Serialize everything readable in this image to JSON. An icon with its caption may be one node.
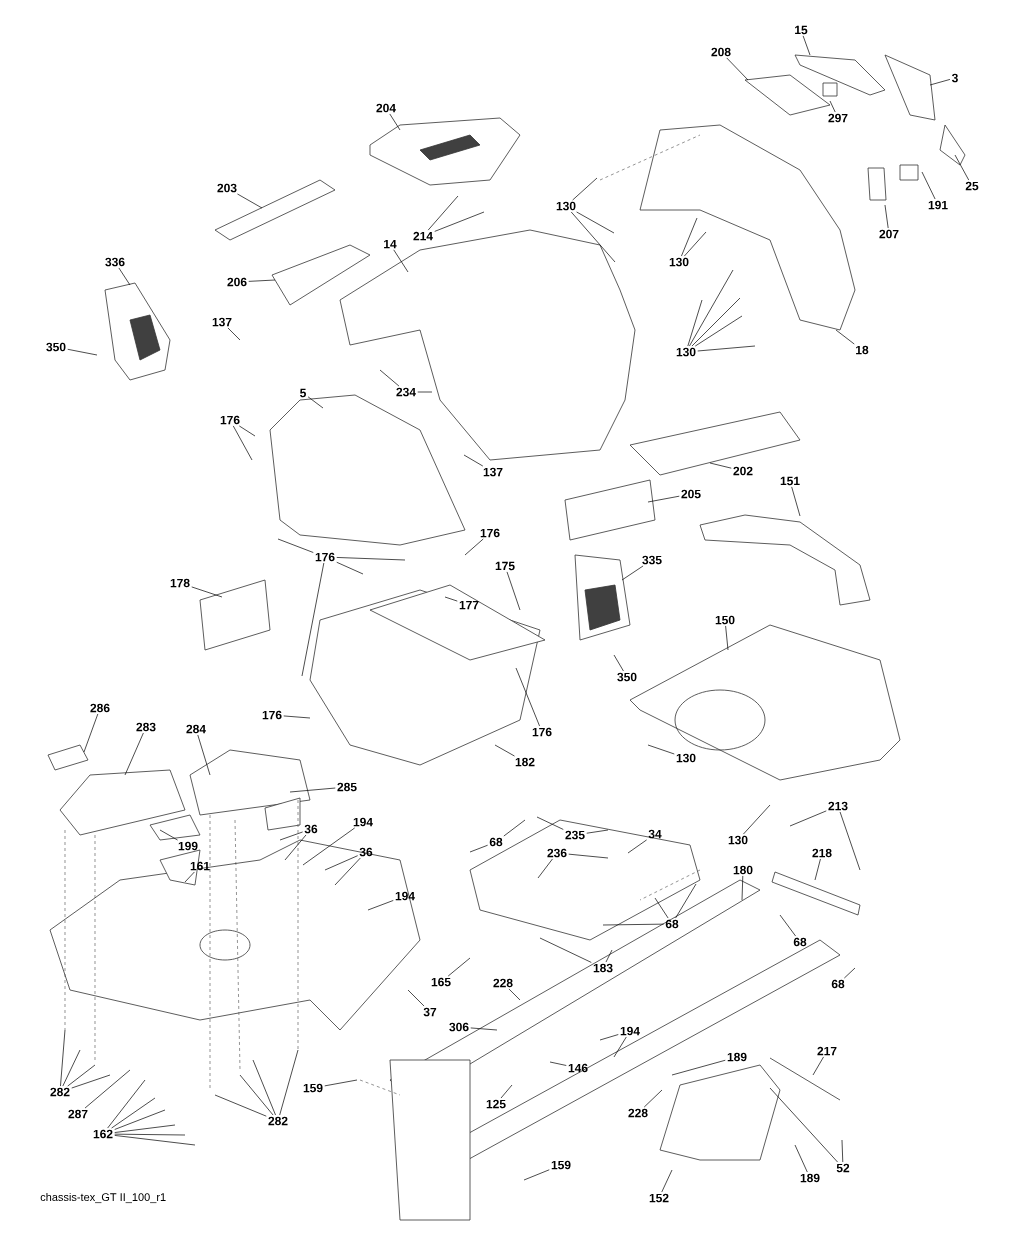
{
  "diagram": {
    "caption": "chassis-tex_GT II_100_r1",
    "nodes": [
      {
        "text": [
          "15"
        ]
      },
      {
        "text": [
          "208"
        ]
      },
      {
        "text": [
          "3"
        ]
      },
      {
        "text": [
          "297"
        ]
      },
      {
        "text": [
          "25"
        ]
      },
      {
        "text": [
          "191"
        ]
      },
      {
        "text": [
          "207"
        ]
      },
      {
        "text": [
          "204"
        ]
      },
      {
        "text": [
          "203"
        ]
      },
      {
        "text": [
          "214"
        ]
      },
      {
        "text": [
          "14"
        ]
      },
      {
        "text": [
          "130"
        ]
      },
      {
        "text": [
          "130"
        ]
      },
      {
        "text": [
          "130"
        ]
      },
      {
        "text": [
          "18"
        ]
      },
      {
        "text": [
          "336"
        ]
      },
      {
        "text": [
          "350"
        ]
      },
      {
        "text": [
          "206"
        ]
      },
      {
        "text": [
          "137"
        ]
      },
      {
        "text": [
          "234"
        ]
      },
      {
        "text": [
          "5"
        ]
      },
      {
        "text": [
          "176"
        ]
      },
      {
        "text": [
          "137"
        ]
      },
      {
        "text": [
          "202"
        ]
      },
      {
        "text": [
          "205"
        ]
      },
      {
        "text": [
          "151"
        ]
      },
      {
        "text": [
          "176"
        ]
      },
      {
        "text": [
          "176"
        ]
      },
      {
        "text": [
          "178"
        ]
      },
      {
        "text": [
          "175"
        ]
      },
      {
        "text": [
          "177"
        ]
      },
      {
        "text": [
          "335"
        ]
      },
      {
        "text": [
          "350"
        ]
      },
      {
        "text": [
          "150"
        ]
      },
      {
        "text": [
          "176"
        ]
      },
      {
        "text": [
          "176"
        ]
      },
      {
        "text": [
          "182"
        ]
      },
      {
        "text": [
          "130"
        ]
      },
      {
        "text": [
          "130"
        ]
      },
      {
        "text": [
          "286"
        ]
      },
      {
        "text": [
          "283"
        ]
      },
      {
        "text": [
          "284"
        ]
      },
      {
        "text": [
          "285"
        ]
      },
      {
        "text": [
          "36"
        ]
      },
      {
        "text": [
          "194"
        ]
      },
      {
        "text": [
          "36"
        ]
      },
      {
        "text": [
          "199"
        ]
      },
      {
        "text": [
          "161"
        ]
      },
      {
        "text": [
          "194"
        ]
      },
      {
        "text": [
          "37"
        ]
      },
      {
        "text": [
          "165"
        ]
      },
      {
        "text": [
          "282"
        ]
      },
      {
        "text": [
          "287"
        ]
      },
      {
        "text": [
          "162"
        ]
      },
      {
        "text": [
          "282"
        ]
      },
      {
        "text": [
          "159"
        ]
      },
      {
        "text": [
          "306"
        ]
      },
      {
        "text": [
          "228"
        ]
      },
      {
        "text": [
          "68"
        ]
      },
      {
        "text": [
          "235"
        ]
      },
      {
        "text": [
          "236"
        ]
      },
      {
        "text": [
          "34"
        ]
      },
      {
        "text": [
          "68"
        ]
      },
      {
        "text": [
          "183"
        ]
      },
      {
        "text": [
          "180"
        ]
      },
      {
        "text": [
          "213"
        ]
      },
      {
        "text": [
          "218"
        ]
      },
      {
        "text": [
          "68"
        ]
      },
      {
        "text": [
          "68"
        ]
      },
      {
        "text": [
          "194"
        ]
      },
      {
        "text": [
          "146"
        ]
      },
      {
        "text": [
          "125"
        ]
      },
      {
        "text": [
          "189"
        ]
      },
      {
        "text": [
          "228"
        ]
      },
      {
        "text": [
          "217"
        ]
      },
      {
        "text": [
          "52"
        ]
      },
      {
        "text": [
          "159"
        ]
      },
      {
        "text": [
          "189"
        ]
      },
      {
        "text": [
          "152"
        ]
      }
    ],
    "edges": [
      {
        "from": 0,
        "to": null,
        "arrow": "none"
      },
      {
        "from": 1,
        "to": null,
        "arrow": "none"
      },
      {
        "from": 2,
        "to": null,
        "arrow": "none"
      },
      {
        "from": 3,
        "to": null,
        "arrow": "none"
      },
      {
        "from": 4,
        "to": null,
        "arrow": "none"
      },
      {
        "from": 5,
        "to": null,
        "arrow": "none"
      },
      {
        "from": 6,
        "to": null,
        "arrow": "none"
      },
      {
        "from": 7,
        "to": null,
        "arrow": "none"
      },
      {
        "from": 8,
        "to": null,
        "arrow": "none"
      },
      {
        "from": 9,
        "to": null,
        "arrow": "none"
      },
      {
        "from": 9,
        "to": null,
        "arrow": "none"
      },
      {
        "from": 10,
        "to": null,
        "arrow": "none"
      },
      {
        "from": 11,
        "to": null,
        "arrow": "none"
      },
      {
        "from": 11,
        "to": null,
        "arrow": "none"
      },
      {
        "from": 11,
        "to": null,
        "arrow": "none"
      },
      {
        "from": 12,
        "to": null,
        "arrow": "none"
      },
      {
        "from": 12,
        "to": null,
        "arrow": "none"
      },
      {
        "from": 13,
        "to": null,
        "arrow": "none"
      },
      {
        "from": 13,
        "to": null,
        "arrow": "none"
      },
      {
        "from": 13,
        "to": null,
        "arrow": "none"
      },
      {
        "from": 13,
        "to": null,
        "arrow": "none"
      },
      {
        "from": 13,
        "to": null,
        "arrow": "none"
      },
      {
        "from": 14,
        "to": null,
        "arrow": "none"
      },
      {
        "from": 15,
        "to": null,
        "arrow": "none"
      },
      {
        "from": 16,
        "to": null,
        "arrow": "none"
      },
      {
        "from": 17,
        "to": null,
        "arrow": "none"
      },
      {
        "from": 18,
        "to": null,
        "arrow": "none"
      },
      {
        "from": 19,
        "to": null,
        "arrow": "none"
      },
      {
        "from": 19,
        "to": null,
        "arrow": "none"
      },
      {
        "from": 20,
        "to": null,
        "arrow": "none"
      },
      {
        "from": 21,
        "to": null,
        "arrow": "none"
      },
      {
        "from": 21,
        "to": null,
        "arrow": "none"
      },
      {
        "from": 22,
        "to": null,
        "arrow": "none"
      },
      {
        "from": 23,
        "to": null,
        "arrow": "none"
      },
      {
        "from": 24,
        "to": null,
        "arrow": "none"
      },
      {
        "from": 25,
        "to": null,
        "arrow": "none"
      },
      {
        "from": 26,
        "to": null,
        "arrow": "none"
      },
      {
        "from": 26,
        "to": null,
        "arrow": "none"
      },
      {
        "from": 26,
        "to": null,
        "arrow": "none"
      },
      {
        "from": 26,
        "to": null,
        "arrow": "none"
      },
      {
        "from": 27,
        "to": null,
        "arrow": "none"
      },
      {
        "from": 28,
        "to": null,
        "arrow": "none"
      },
      {
        "from": 29,
        "to": null,
        "arrow": "none"
      },
      {
        "from": 30,
        "to": null,
        "arrow": "none"
      },
      {
        "from": 31,
        "to": null,
        "arrow": "none"
      },
      {
        "from": 32,
        "to": null,
        "arrow": "none"
      },
      {
        "from": 33,
        "to": null,
        "arrow": "none"
      },
      {
        "from": 34,
        "to": null,
        "arrow": "none"
      },
      {
        "from": 35,
        "to": null,
        "arrow": "none"
      },
      {
        "from": 36,
        "to": null,
        "arrow": "none"
      },
      {
        "from": 37,
        "to": null,
        "arrow": "none"
      },
      {
        "from": 38,
        "to": null,
        "arrow": "none"
      },
      {
        "from": 39,
        "to": null,
        "arrow": "none"
      },
      {
        "from": 40,
        "to": null,
        "arrow": "none"
      },
      {
        "from": 41,
        "to": null,
        "arrow": "none"
      },
      {
        "from": 42,
        "to": null,
        "arrow": "none"
      },
      {
        "from": 43,
        "to": null,
        "arrow": "none"
      },
      {
        "from": 43,
        "to": null,
        "arrow": "none"
      },
      {
        "from": 44,
        "to": null,
        "arrow": "none"
      },
      {
        "from": 45,
        "to": null,
        "arrow": "none"
      },
      {
        "from": 45,
        "to": null,
        "arrow": "none"
      },
      {
        "from": 46,
        "to": null,
        "arrow": "none"
      },
      {
        "from": 47,
        "to": null,
        "arrow": "none"
      },
      {
        "from": 48,
        "to": null,
        "arrow": "none"
      },
      {
        "from": 49,
        "to": null,
        "arrow": "none"
      },
      {
        "from": 50,
        "to": null,
        "arrow": "none"
      },
      {
        "from": 51,
        "to": null,
        "arrow": "none"
      },
      {
        "from": 51,
        "to": null,
        "arrow": "none"
      },
      {
        "from": 51,
        "to": null,
        "arrow": "none"
      },
      {
        "from": 51,
        "to": null,
        "arrow": "none"
      },
      {
        "from": 52,
        "to": null,
        "arrow": "none"
      },
      {
        "from": 53,
        "to": null,
        "arrow": "none"
      },
      {
        "from": 53,
        "to": null,
        "arrow": "none"
      },
      {
        "from": 53,
        "to": null,
        "arrow": "none"
      },
      {
        "from": 53,
        "to": null,
        "arrow": "none"
      },
      {
        "from": 53,
        "to": null,
        "arrow": "none"
      },
      {
        "from": 53,
        "to": null,
        "arrow": "none"
      },
      {
        "from": 54,
        "to": null,
        "arrow": "none"
      },
      {
        "from": 54,
        "to": null,
        "arrow": "none"
      },
      {
        "from": 54,
        "to": null,
        "arrow": "none"
      },
      {
        "from": 54,
        "to": null,
        "arrow": "none"
      },
      {
        "from": 55,
        "to": null,
        "arrow": "none"
      },
      {
        "from": 56,
        "to": null,
        "arrow": "none"
      },
      {
        "from": 57,
        "to": null,
        "arrow": "none"
      },
      {
        "from": 58,
        "to": null,
        "arrow": "none"
      },
      {
        "from": 58,
        "to": null,
        "arrow": "none"
      },
      {
        "from": 59,
        "to": null,
        "arrow": "none"
      },
      {
        "from": 59,
        "to": null,
        "arrow": "none"
      },
      {
        "from": 60,
        "to": null,
        "arrow": "none"
      },
      {
        "from": 60,
        "to": null,
        "arrow": "none"
      },
      {
        "from": 61,
        "to": null,
        "arrow": "none"
      },
      {
        "from": 62,
        "to": null,
        "arrow": "none"
      },
      {
        "from": 62,
        "to": null,
        "arrow": "none"
      },
      {
        "from": 62,
        "to": null,
        "arrow": "none"
      },
      {
        "from": 63,
        "to": null,
        "arrow": "none"
      },
      {
        "from": 63,
        "to": null,
        "arrow": "none"
      },
      {
        "from": 64,
        "to": null,
        "arrow": "none"
      },
      {
        "from": 65,
        "to": null,
        "arrow": "none"
      },
      {
        "from": 65,
        "to": null,
        "arrow": "none"
      },
      {
        "from": 66,
        "to": null,
        "arrow": "none"
      },
      {
        "from": 67,
        "to": null,
        "arrow": "none"
      },
      {
        "from": 68,
        "to": null,
        "arrow": "none"
      },
      {
        "from": 69,
        "to": null,
        "arrow": "none"
      },
      {
        "from": 69,
        "to": null,
        "arrow": "none"
      },
      {
        "from": 70,
        "to": null,
        "arrow": "none"
      },
      {
        "from": 71,
        "to": null,
        "arrow": "none"
      },
      {
        "from": 72,
        "to": null,
        "arrow": "none"
      },
      {
        "from": 73,
        "to": null,
        "arrow": "none"
      },
      {
        "from": 74,
        "to": null,
        "arrow": "none"
      },
      {
        "from": 75,
        "to": null,
        "arrow": "none"
      },
      {
        "from": 75,
        "to": null,
        "arrow": "none"
      },
      {
        "from": 76,
        "to": null,
        "arrow": "none"
      },
      {
        "from": 77,
        "to": null,
        "arrow": "none"
      },
      {
        "from": 78,
        "to": null,
        "arrow": "none"
      }
    ]
  }
}
